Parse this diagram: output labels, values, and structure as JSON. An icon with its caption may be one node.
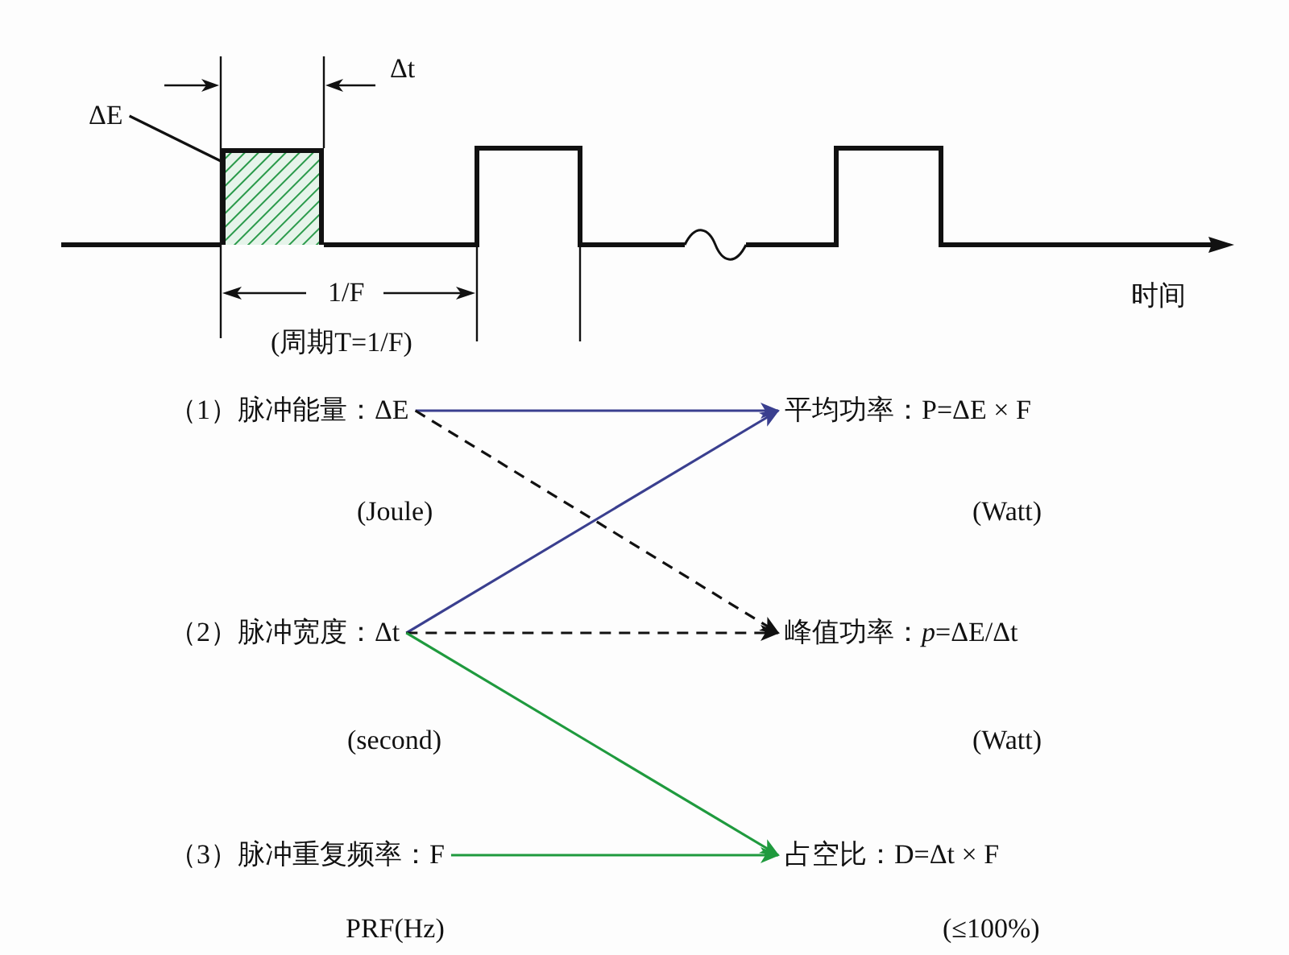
{
  "diagram": {
    "nodes": [
      {
        "text": [
          "ΔE"
        ]
      },
      {
        "text": [],
        "shape": "box"
      },
      {
        "text": [
          "（1）脉冲能量：ΔE"
        ],
        "beside": [
          "(Joule)"
        ]
      },
      {
        "text": [
          "（2）脉冲宽度：Δt"
        ],
        "beside": [
          "(second)"
        ]
      },
      {
        "text": [
          "（3）脉冲重复频率：F"
        ],
        "beside": [
          "PRF(Hz)"
        ]
      },
      {
        "text": [
          "平均功率：P=ΔE × F"
        ],
        "beside": [
          "(Watt)"
        ]
      },
      {
        "text": [
          "峰值功率：*p*=ΔE/Δt"
        ],
        "beside": [
          "(Watt)"
        ]
      },
      {
        "text": [
          "占空比：D=Δt × F"
        ],
        "beside": [
          "(≤100%)"
        ]
      }
    ],
    "edges": [
      {
        "from": 0,
        "to": 1,
        "arrow": "none"
      },
      {
        "from": 2,
        "to": 5,
        "arrow": "to",
        "color": "#3a3f8f"
      },
      {
        "from": 2,
        "to": 6,
        "arrow": "to",
        "style": "dashed"
      },
      {
        "from": 3,
        "to": 5,
        "arrow": "to",
        "color": "#3a3f8f"
      },
      {
        "from": 3,
        "to": 6,
        "arrow": "to",
        "style": "dashed"
      },
      {
        "from": 3,
        "to": 7,
        "arrow": "to",
        "color": "#1f9a3e"
      },
      {
        "from": 4,
        "to": 7,
        "arrow": "to",
        "color": "#1f9a3e"
      }
    ],
    "labels": [
      "Δt",
      "1/F",
      "(周期T=1/F)",
      "时间"
    ]
  }
}
